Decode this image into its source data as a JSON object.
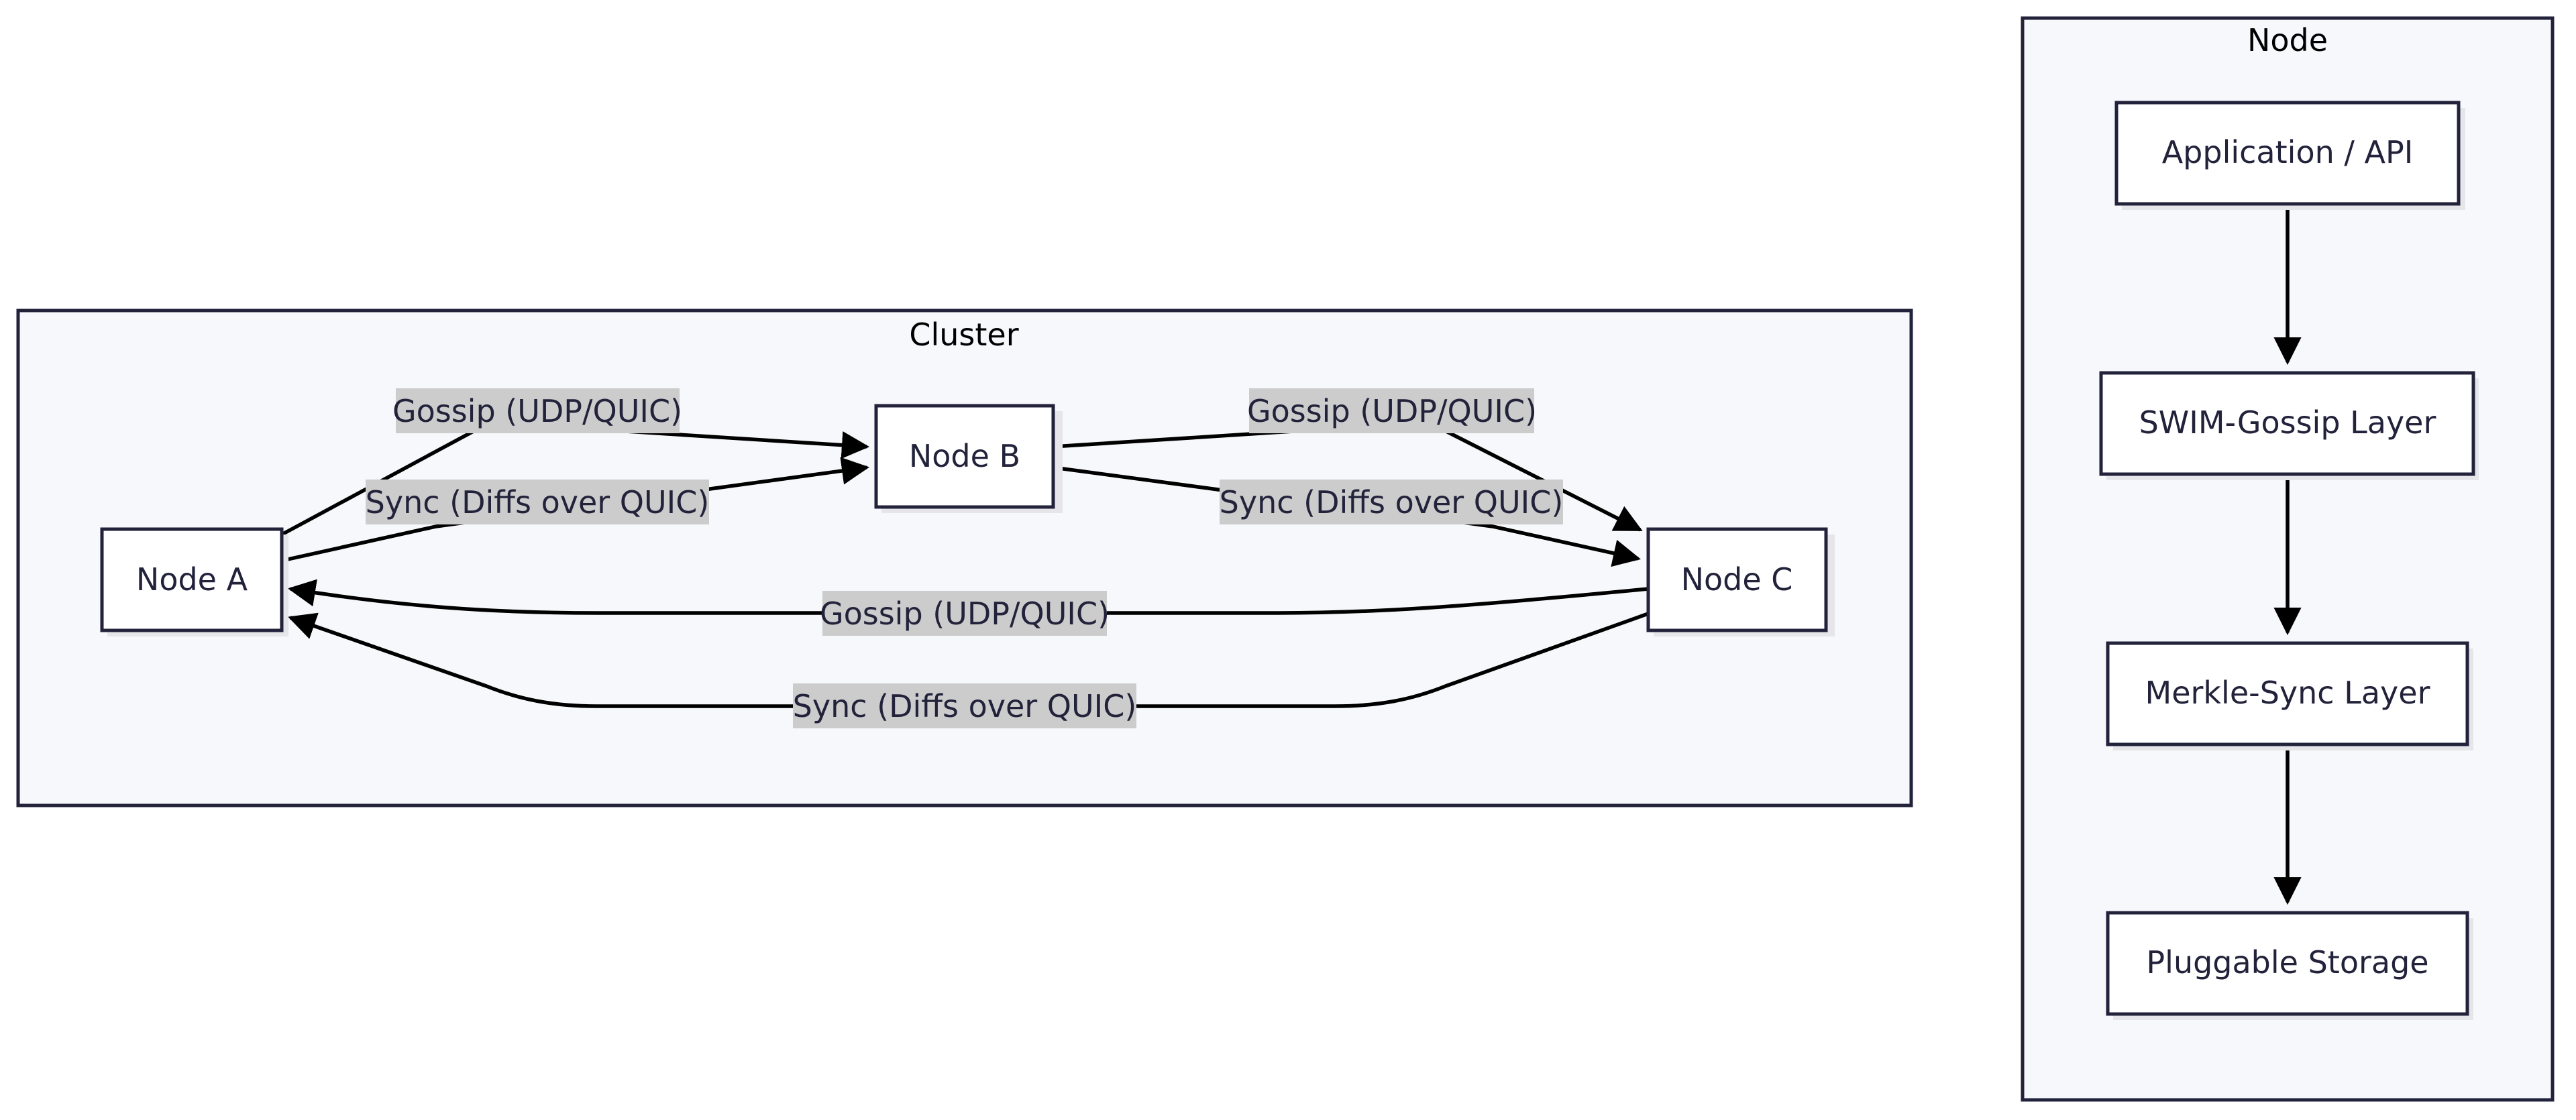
{
  "clusters": {
    "cluster": {
      "title": "Cluster"
    },
    "node": {
      "title": "Node"
    }
  },
  "nodes": {
    "node_a": "Node A",
    "node_b": "Node B",
    "node_c": "Node C",
    "application_api": "Application / API",
    "swim_gossip": "SWIM-Gossip Layer",
    "merkle_sync": "Merkle-Sync Layer",
    "pluggable_storage": "Pluggable Storage"
  },
  "edges": {
    "a_to_b_gossip": "Gossip (UDP/QUIC)",
    "a_to_b_sync": "Sync (Diffs over QUIC)",
    "b_to_c_gossip": "Gossip (UDP/QUIC)",
    "b_to_c_sync": "Sync (Diffs over QUIC)",
    "c_to_a_gossip": "Gossip (UDP/QUIC)",
    "c_to_a_sync": "Sync (Diffs over QUIC)"
  },
  "colors": {
    "cluster_fill": "#f7f8fb",
    "border": "#22223b",
    "label_background": "#cccccc",
    "edge": "#000000"
  }
}
